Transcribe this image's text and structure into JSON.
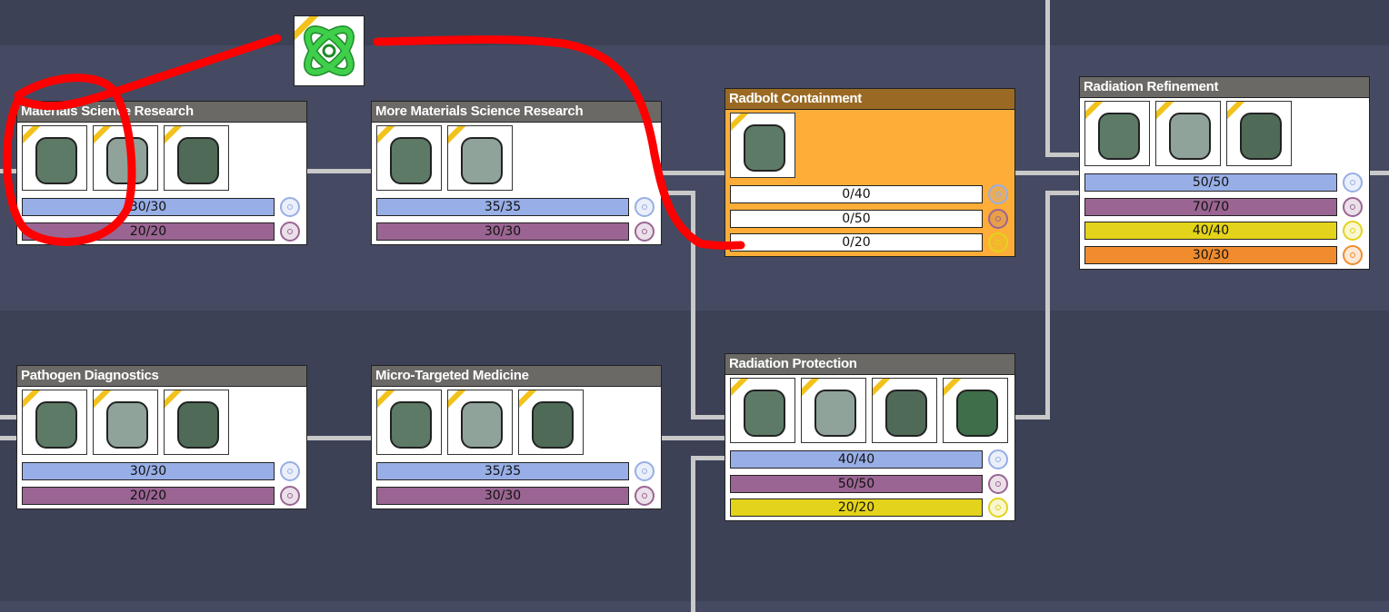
{
  "colors": {
    "blue": "#98aee6",
    "purple": "#9a6592",
    "yellow": "#e3d31a",
    "orange": "#f08c2e",
    "empty": "#ffffff"
  },
  "floating_item": {
    "icon": "green-atom-research-icon"
  },
  "cards": [
    {
      "id": "materials-science-research",
      "title": "Materials Science Research",
      "active": false,
      "icons": [
        "yellow-atom-icon",
        "research-module-icon",
        "green-pillar-icon"
      ],
      "bars": [
        {
          "value": "30/30",
          "color": "blue"
        },
        {
          "value": "20/20",
          "color": "purple"
        }
      ]
    },
    {
      "id": "more-materials-science-research",
      "title": "More Materials Science Research",
      "active": false,
      "icons": [
        "green-pod-icon",
        "round-chamber-icon"
      ],
      "bars": [
        {
          "value": "35/35",
          "color": "blue"
        },
        {
          "value": "30/30",
          "color": "purple"
        }
      ]
    },
    {
      "id": "radbolt-containment",
      "title": "Radbolt Containment",
      "active": true,
      "icons": [
        "radbolt-chamber-icon"
      ],
      "bars": [
        {
          "value": "0/40",
          "color": "empty",
          "sym": "blue"
        },
        {
          "value": "0/50",
          "color": "empty",
          "sym": "purple"
        },
        {
          "value": "0/20",
          "color": "empty",
          "sym": "yellow"
        }
      ]
    },
    {
      "id": "radiation-refinement",
      "title": "Radiation Refinement",
      "active": false,
      "icons": [
        "refinery-icon",
        "uranium-centrifuge-icon",
        "radbolt-generator-icon"
      ],
      "bars": [
        {
          "value": "50/50",
          "color": "blue"
        },
        {
          "value": "70/70",
          "color": "purple"
        },
        {
          "value": "40/40",
          "color": "yellow"
        },
        {
          "value": "30/30",
          "color": "orange"
        }
      ]
    },
    {
      "id": "pathogen-diagnostics",
      "title": "Pathogen Diagnostics",
      "active": false,
      "icons": [
        "germ-sensor-icon",
        "disease-clinic-icon",
        "radar-icon"
      ],
      "bars": [
        {
          "value": "30/30",
          "color": "blue"
        },
        {
          "value": "20/20",
          "color": "purple"
        }
      ]
    },
    {
      "id": "micro-targeted-medicine",
      "title": "Micro-Targeted Medicine",
      "active": false,
      "icons": [
        "apothecary-icon",
        "wooden-bench-icon",
        "radiation-lamp-icon"
      ],
      "bars": [
        {
          "value": "35/35",
          "color": "blue"
        },
        {
          "value": "30/30",
          "color": "purple"
        }
      ]
    },
    {
      "id": "radiation-protection",
      "title": "Radiation Protection",
      "active": false,
      "icons": [
        "lead-suit-checkpoint-icon",
        "lead-suit-locker-icon",
        "lead-suit-dock-icon",
        "radiation-shield-icon"
      ],
      "bars": [
        {
          "value": "40/40",
          "color": "blue"
        },
        {
          "value": "50/50",
          "color": "purple"
        },
        {
          "value": "20/20",
          "color": "yellow"
        }
      ]
    }
  ]
}
